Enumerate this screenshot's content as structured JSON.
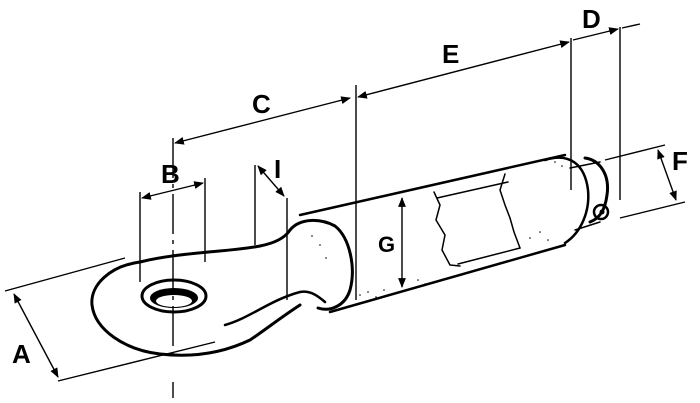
{
  "diagram": {
    "subject": "Eye-end tension rod (turnbuckle eye bolt) with dimension callouts",
    "labels": {
      "A": "A",
      "B": "B",
      "C": "C",
      "D": "D",
      "E": "E",
      "F": "F",
      "G": "G",
      "I": "I"
    },
    "colors": {
      "ink": "#000000",
      "background": "#ffffff"
    }
  }
}
